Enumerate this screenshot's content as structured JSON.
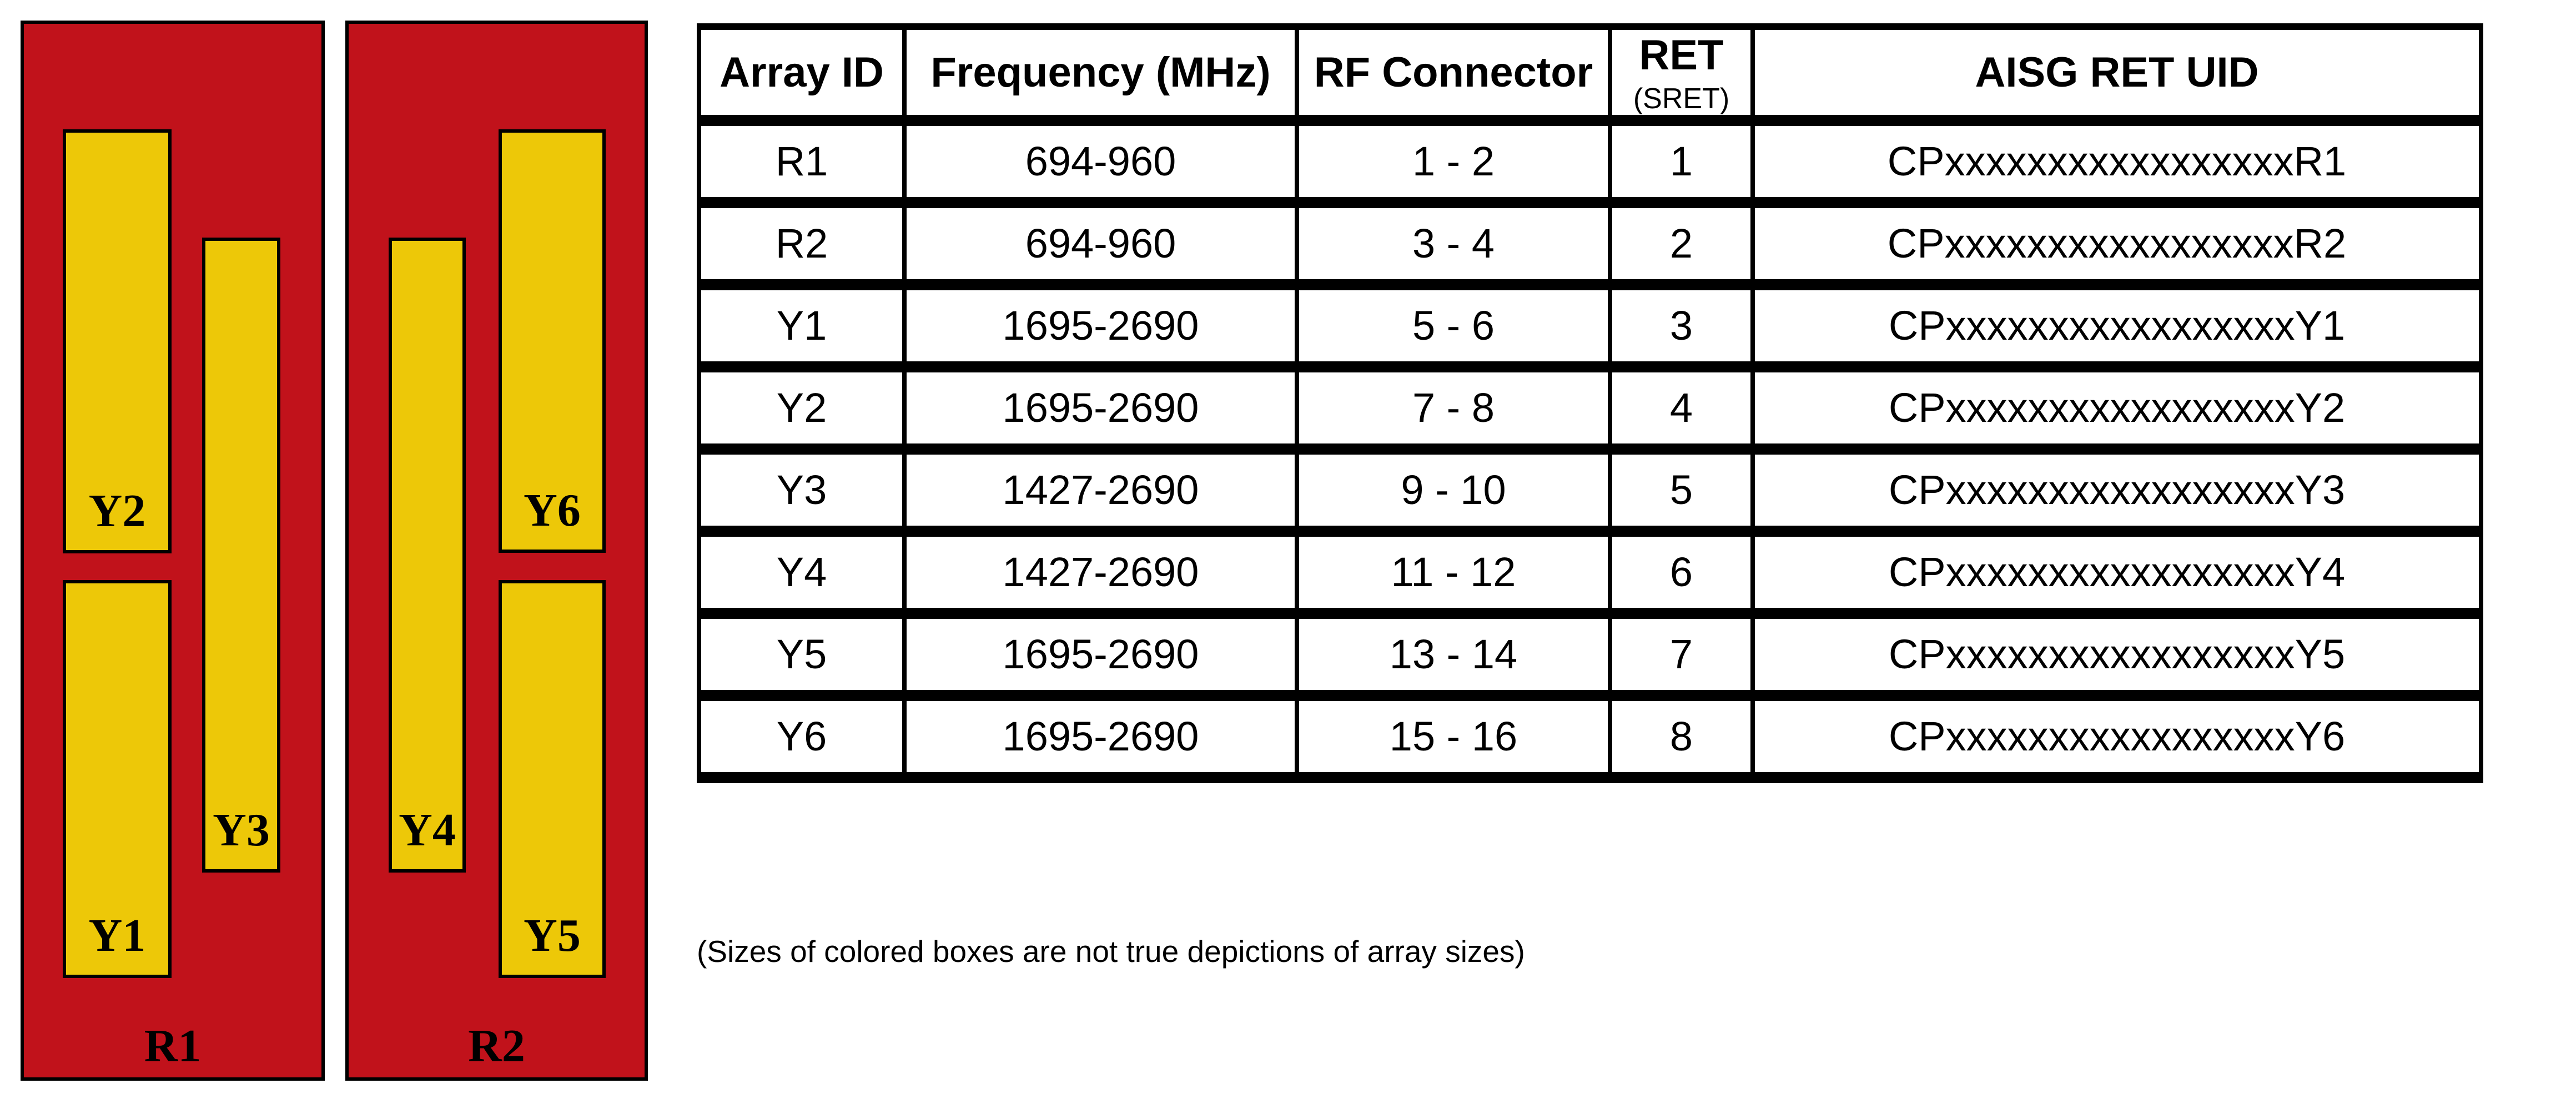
{
  "colors": {
    "red": "#C1121B",
    "yellow": "#EDC808"
  },
  "diagram": {
    "panels": [
      {
        "label": "R1",
        "boxes": [
          {
            "label": "Y2"
          },
          {
            "label": "Y1"
          },
          {
            "label": "Y3"
          }
        ]
      },
      {
        "label": "R2",
        "boxes": [
          {
            "label": "Y4"
          },
          {
            "label": "Y6"
          },
          {
            "label": "Y5"
          }
        ]
      }
    ]
  },
  "table": {
    "columns": [
      {
        "label": "Array ID"
      },
      {
        "label": "Frequency (MHz)"
      },
      {
        "label": "RF Connector"
      },
      {
        "label": "RET",
        "sublabel": "(SRET)"
      },
      {
        "label": "AISG RET UID"
      }
    ],
    "rows": [
      {
        "array_id": "R1",
        "color": "red",
        "frequency": "694-960",
        "rf_connector": "1 - 2",
        "ret": "1",
        "aisg_ret_uid": "CPxxxxxxxxxxxxxxxxxR1"
      },
      {
        "array_id": "R2",
        "color": "red",
        "frequency": "694-960",
        "rf_connector": "3 - 4",
        "ret": "2",
        "aisg_ret_uid": "CPxxxxxxxxxxxxxxxxxR2"
      },
      {
        "array_id": "Y1",
        "color": "yellow",
        "frequency": "1695-2690",
        "rf_connector": "5 - 6",
        "ret": "3",
        "aisg_ret_uid": "CPxxxxxxxxxxxxxxxxxY1"
      },
      {
        "array_id": "Y2",
        "color": "yellow",
        "frequency": "1695-2690",
        "rf_connector": "7 - 8",
        "ret": "4",
        "aisg_ret_uid": "CPxxxxxxxxxxxxxxxxxY2"
      },
      {
        "array_id": "Y3",
        "color": "yellow",
        "frequency": "1427-2690",
        "rf_connector": "9 - 10",
        "ret": "5",
        "aisg_ret_uid": "CPxxxxxxxxxxxxxxxxxY3"
      },
      {
        "array_id": "Y4",
        "color": "yellow",
        "frequency": "1427-2690",
        "rf_connector": "11 - 12",
        "ret": "6",
        "aisg_ret_uid": "CPxxxxxxxxxxxxxxxxxY4"
      },
      {
        "array_id": "Y5",
        "color": "yellow",
        "frequency": "1695-2690",
        "rf_connector": "13 - 14",
        "ret": "7",
        "aisg_ret_uid": "CPxxxxxxxxxxxxxxxxxY5"
      },
      {
        "array_id": "Y6",
        "color": "yellow",
        "frequency": "1695-2690",
        "rf_connector": "15 - 16",
        "ret": "8",
        "aisg_ret_uid": "CPxxxxxxxxxxxxxxxxxY6"
      }
    ]
  },
  "footnote": "(Sizes of colored boxes are not true depictions of array sizes)"
}
